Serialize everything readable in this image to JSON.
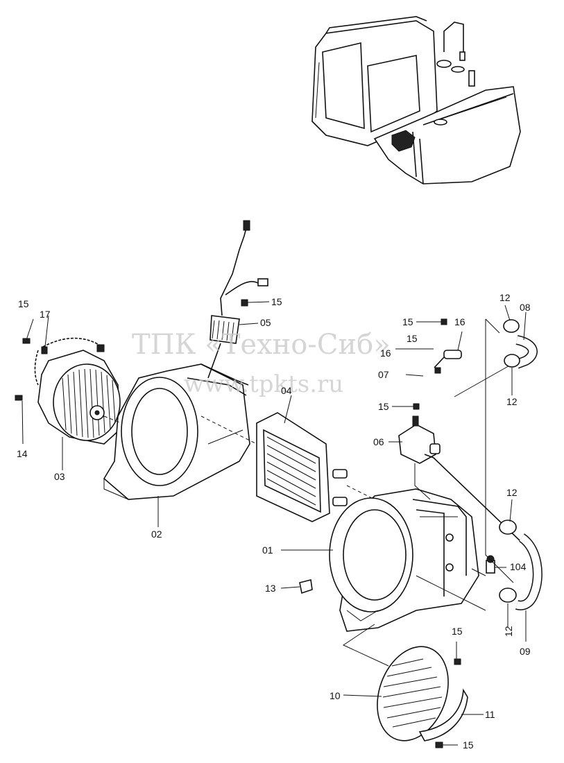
{
  "watermark": {
    "line1": "ТПК «Техно-Сиб»",
    "line2": "www.tpkts.ru"
  },
  "parts": [
    {
      "id": "p01",
      "label": "01"
    },
    {
      "id": "p02",
      "label": "02"
    },
    {
      "id": "p03",
      "label": "03"
    },
    {
      "id": "p04",
      "label": "04"
    },
    {
      "id": "p05",
      "label": "05"
    },
    {
      "id": "p06",
      "label": "06"
    },
    {
      "id": "p07",
      "label": "07"
    },
    {
      "id": "p08",
      "label": "08"
    },
    {
      "id": "p09",
      "label": "09"
    },
    {
      "id": "p10",
      "label": "10"
    },
    {
      "id": "p11",
      "label": "11"
    },
    {
      "id": "p12a",
      "label": "12"
    },
    {
      "id": "p12b",
      "label": "12"
    },
    {
      "id": "p12c",
      "label": "12"
    },
    {
      "id": "p12d",
      "label": "12"
    },
    {
      "id": "p13",
      "label": "13"
    },
    {
      "id": "p14",
      "label": "14"
    },
    {
      "id": "p15a",
      "label": "15"
    },
    {
      "id": "p15b",
      "label": "15"
    },
    {
      "id": "p15c",
      "label": "15"
    },
    {
      "id": "p15d",
      "label": "15"
    },
    {
      "id": "p15e",
      "label": "15"
    },
    {
      "id": "p15f",
      "label": "15"
    },
    {
      "id": "p15g",
      "label": "15"
    },
    {
      "id": "p16a",
      "label": "16"
    },
    {
      "id": "p16b",
      "label": "16"
    },
    {
      "id": "p17",
      "label": "17"
    },
    {
      "id": "p104",
      "label": "104"
    }
  ]
}
